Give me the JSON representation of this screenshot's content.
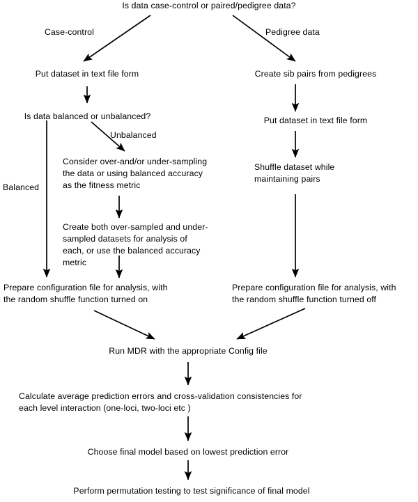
{
  "diagram": {
    "title": "MDR analysis workflow flowchart",
    "stroke_color": "#000000",
    "background_color": "#ffffff",
    "nodes": [
      {
        "id": "n1",
        "text": "Is data case-control or paired/pedigree data?"
      },
      {
        "id": "n2",
        "text": "Put dataset in text file form"
      },
      {
        "id": "n3",
        "text": "Create sib pairs from pedigrees"
      },
      {
        "id": "n4",
        "text": "Is data balanced or unbalanced?"
      },
      {
        "id": "n5",
        "text": "Put dataset in text file form"
      },
      {
        "id": "n6",
        "text": "Consider over-and/or under-sampling\nthe data or using balanced accuracy\nas the fitness metric"
      },
      {
        "id": "n7",
        "text": "Shuffle dataset while\nmaintaining pairs"
      },
      {
        "id": "n8",
        "text": "Create both over-sampled and under-\nsampled datasets for analysis of\neach, or use the balanced accuracy\nmetric"
      },
      {
        "id": "n9",
        "text": "Prepare configuration file for analysis, with\nthe random shuffle function turned on"
      },
      {
        "id": "n10",
        "text": "Prepare configuration file for analysis, with\nthe random shuffle function turned off"
      },
      {
        "id": "n11",
        "text": "Run MDR with the appropriate Config file"
      },
      {
        "id": "n12",
        "text": "Calculate average prediction errors and cross-validation consistencies for\neach level interaction (one-loci, two-loci etc )"
      },
      {
        "id": "n13",
        "text": "Choose final model based on lowest prediction error"
      },
      {
        "id": "n14",
        "text": "Perform permutation testing to test significance of final model"
      }
    ],
    "edge_labels": [
      {
        "id": "e1",
        "text": "Case-control"
      },
      {
        "id": "e2",
        "text": "Pedigree data"
      },
      {
        "id": "e3",
        "text": "Unbalanced"
      },
      {
        "id": "e4",
        "text": "Balanced"
      }
    ]
  }
}
